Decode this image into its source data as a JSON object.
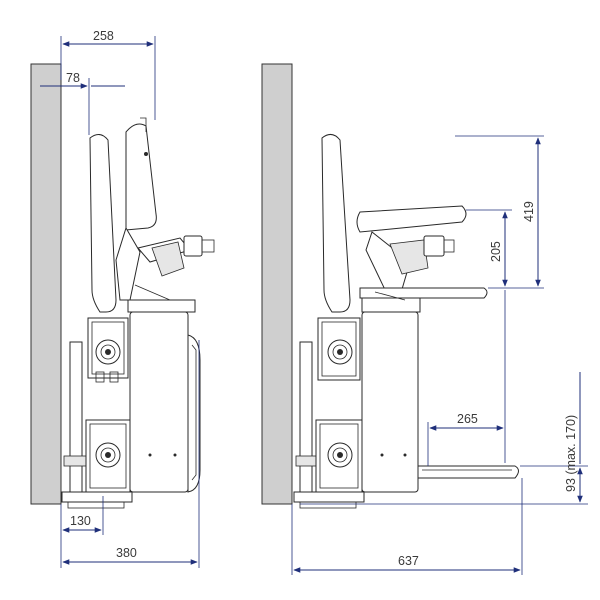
{
  "dimensions": {
    "left_view": {
      "top_width": "258",
      "backrest_offset": "78",
      "base_offset": "130",
      "total_width": "380"
    },
    "right_view": {
      "seat_height": "419",
      "armrest_height": "205",
      "footrest_depth": "265",
      "footrest_height": "93 (max. 170)",
      "total_width": "637"
    }
  },
  "colors": {
    "dimension_line": "#1f2f7a",
    "wall": "#cfcfcf",
    "outline": "#2a2a2a"
  }
}
